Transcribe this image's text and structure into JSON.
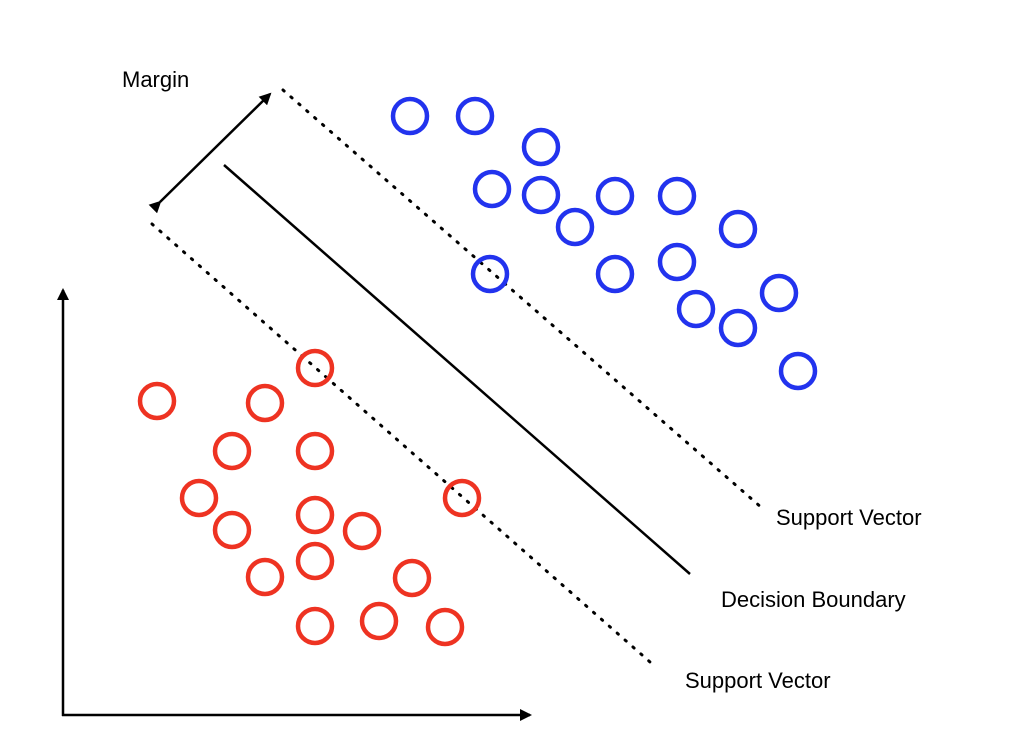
{
  "labels": {
    "margin": "Margin",
    "support_vector_upper": "Support Vector",
    "decision_boundary": "Decision Boundary",
    "support_vector_lower": "Support Vector"
  },
  "colors": {
    "class_a": "#2233ee",
    "class_b": "#ee3322",
    "lines": "#000000"
  }
}
